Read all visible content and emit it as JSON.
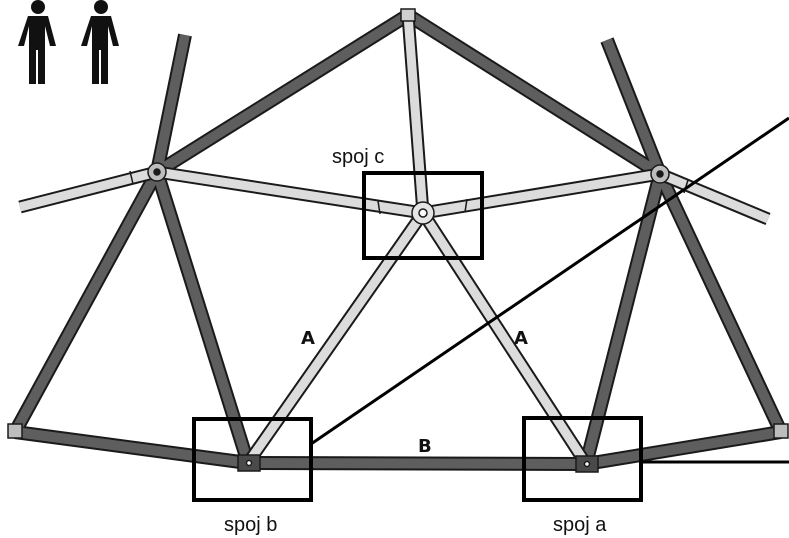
{
  "labels": {
    "spoj_c": "spoj c",
    "spoj_b": "spoj b",
    "spoj_a": "spoj a",
    "bar_a_left": "A",
    "bar_a_right": "A",
    "bar_b": "B"
  },
  "icons": {
    "people": "two-people-icon"
  },
  "colors": {
    "dark_tube": "#5e5e5e",
    "light_tube": "#dcdcdc",
    "outline": "#1a1a1a",
    "highlight_box": "#000000"
  }
}
